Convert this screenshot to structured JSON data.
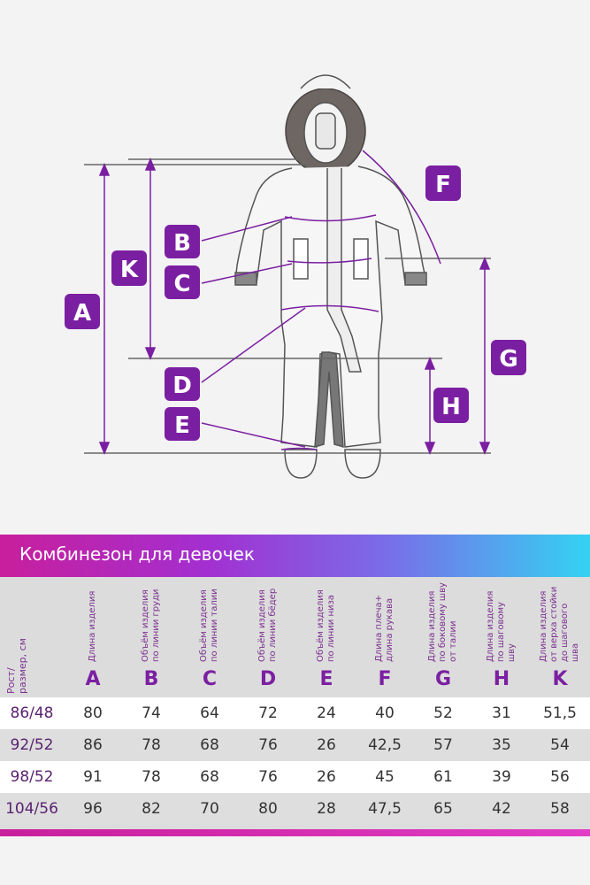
{
  "diagram": {
    "labels": [
      "A",
      "K",
      "B",
      "C",
      "D",
      "E",
      "F",
      "G",
      "H"
    ],
    "accent": "#7b1fa2"
  },
  "table": {
    "title": "Комбинезон для девочек",
    "rowlabel_head": "Рост/\nразмер, см",
    "columns": [
      {
        "letter": "A",
        "label": "Длина изделия"
      },
      {
        "letter": "B",
        "label": "Объём изделия\nпо линии груди"
      },
      {
        "letter": "C",
        "label": "Объём изделия\nпо линии талии"
      },
      {
        "letter": "D",
        "label": "Объём изделия\nпо линии бёдер"
      },
      {
        "letter": "E",
        "label": "Объём изделия\nпо линии низа"
      },
      {
        "letter": "F",
        "label": "Длина плеча+\nдлина рукава"
      },
      {
        "letter": "G",
        "label": "Длина изделия\nпо боковому шву\nот талии"
      },
      {
        "letter": "H",
        "label": "Длина изделия\nпо шаговому шву"
      },
      {
        "letter": "K",
        "label": "Длина изделия\nот верха стойки\nдо шагового шва"
      }
    ],
    "rows": [
      {
        "size": "86/48",
        "values": [
          "80",
          "74",
          "64",
          "72",
          "24",
          "40",
          "52",
          "31",
          "51,5"
        ]
      },
      {
        "size": "92/52",
        "values": [
          "86",
          "78",
          "68",
          "76",
          "26",
          "42,5",
          "57",
          "35",
          "54"
        ]
      },
      {
        "size": "98/52",
        "values": [
          "91",
          "78",
          "68",
          "76",
          "26",
          "45",
          "61",
          "39",
          "56"
        ]
      },
      {
        "size": "104/56",
        "values": [
          "96",
          "82",
          "70",
          "80",
          "28",
          "47,5",
          "65",
          "42",
          "58"
        ]
      }
    ]
  }
}
